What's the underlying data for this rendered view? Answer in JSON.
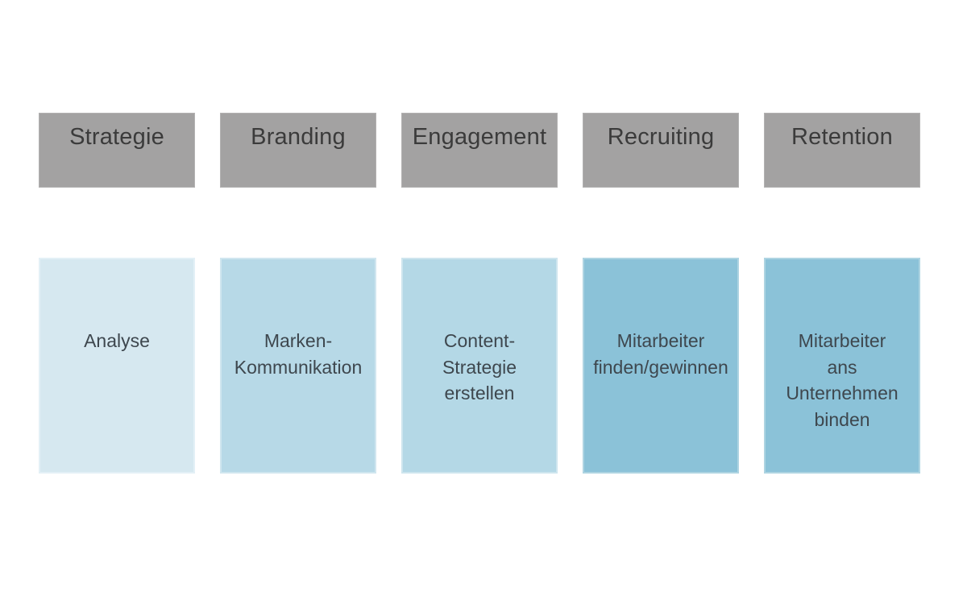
{
  "diagram": {
    "title_hint": "employer-branding-process",
    "background_color": "#ffffff",
    "header_text_color": "#3b3b3b",
    "body_text_color": "#3e474e",
    "columns": [
      {
        "id": "strategie",
        "header_label": "Strategie",
        "body_label": "Analyse",
        "header_bg": "#a3a2a2",
        "header_border": "#b3b2b2",
        "body_bg": "#d6e8f0",
        "body_border": "#e3f0f6"
      },
      {
        "id": "branding",
        "header_label": "Branding",
        "body_label": "Marken-\nKommunikation",
        "header_bg": "#a3a2a2",
        "header_border": "#b3b2b2",
        "body_bg": "#b7d9e7",
        "body_border": "#d0e6ef"
      },
      {
        "id": "engagement",
        "header_label": "Engagement",
        "body_label": "Content-\nStrategie\nerstellen",
        "header_bg": "#a3a2a2",
        "header_border": "#b3b2b2",
        "body_bg": "#b4d8e6",
        "body_border": "#cee5ee"
      },
      {
        "id": "recruiting",
        "header_label": "Recruiting",
        "body_label": "Mitarbeiter\nfinden/gewinnen",
        "header_bg": "#8bc2d8",
        "header_bg_actual": "#a3a2a2",
        "header_border": "#b3b2b2",
        "body_bg": "#8bc2d8",
        "body_border": "#aed4e2"
      },
      {
        "id": "retention",
        "header_label": "Retention",
        "header_bg": "#a3a2a2",
        "header_border": "#b3b2b2",
        "body_label": "Mitarbeiter\nans\nUnternehmen\nbinden",
        "body_bg": "#8bc2d8",
        "body_border": "#aed4e2"
      }
    ]
  }
}
